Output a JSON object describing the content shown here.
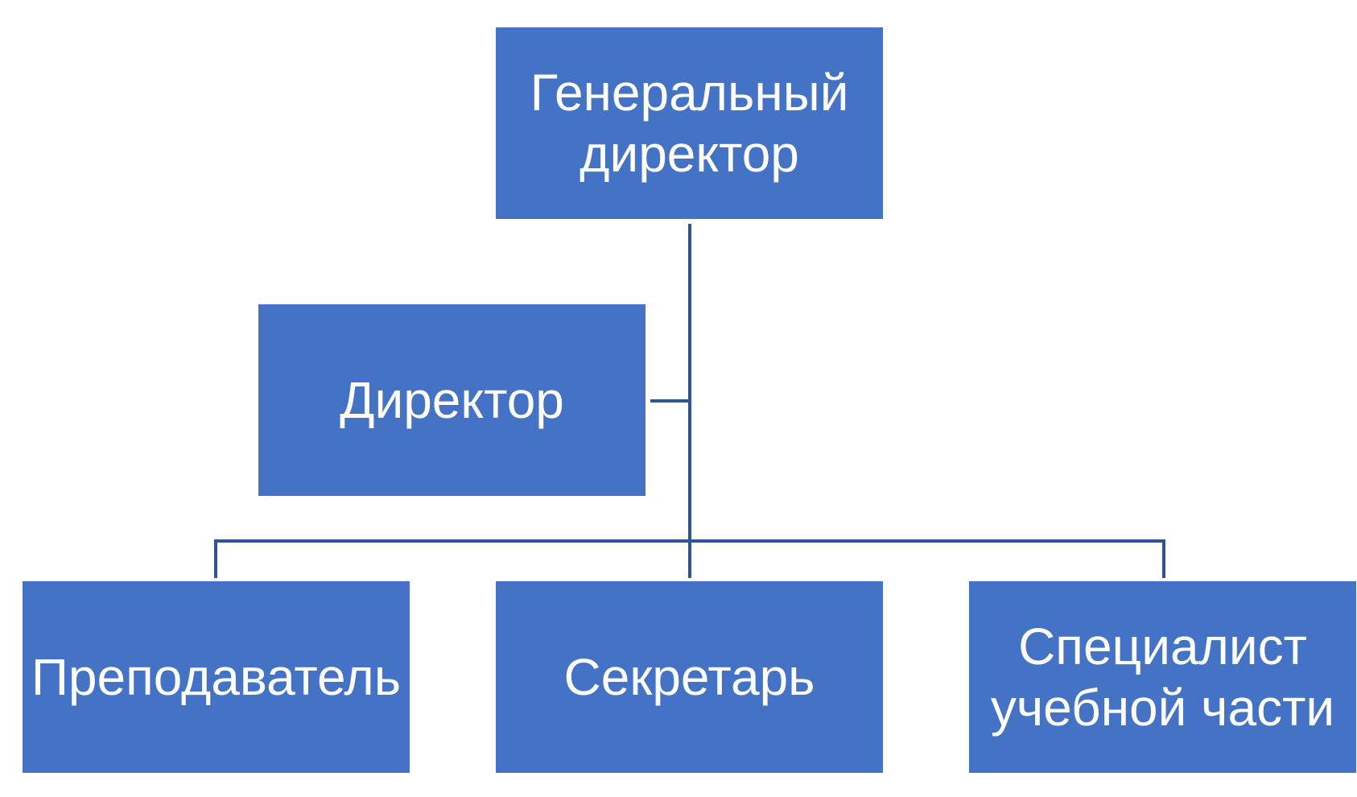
{
  "chart": {
    "nodes": {
      "general_director": "Генеральный\nдиректор",
      "director": "Директор",
      "teacher": "Преподаватель",
      "secretary": "Секретарь",
      "specialist": "Специалист\nучебной части"
    }
  },
  "colors": {
    "node_fill": "#4472C4",
    "node_text": "#FFFFFF",
    "connector": "#2F5597"
  }
}
